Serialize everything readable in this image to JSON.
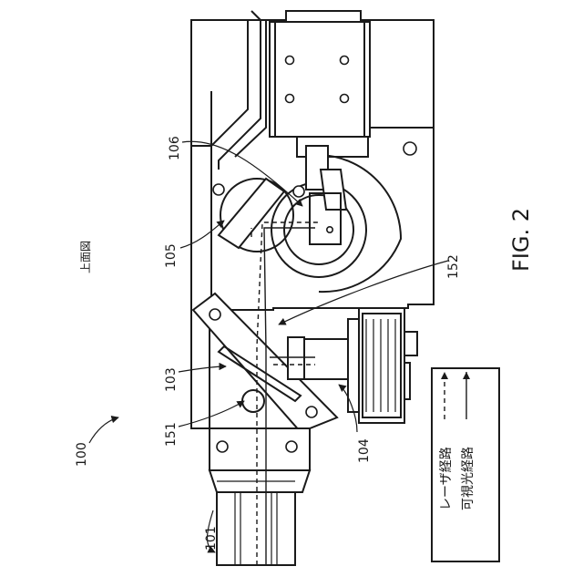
{
  "figure": {
    "title": "FIG. 2",
    "view_label": "上面図",
    "assembly_label": "100"
  },
  "labels": {
    "l101": "101",
    "l103": "103",
    "l104": "104",
    "l105": "105",
    "l106": "106",
    "l151": "151",
    "l152": "152"
  },
  "legend": {
    "laser_path": "レーザ経路",
    "visible_path": "可視光経路"
  }
}
